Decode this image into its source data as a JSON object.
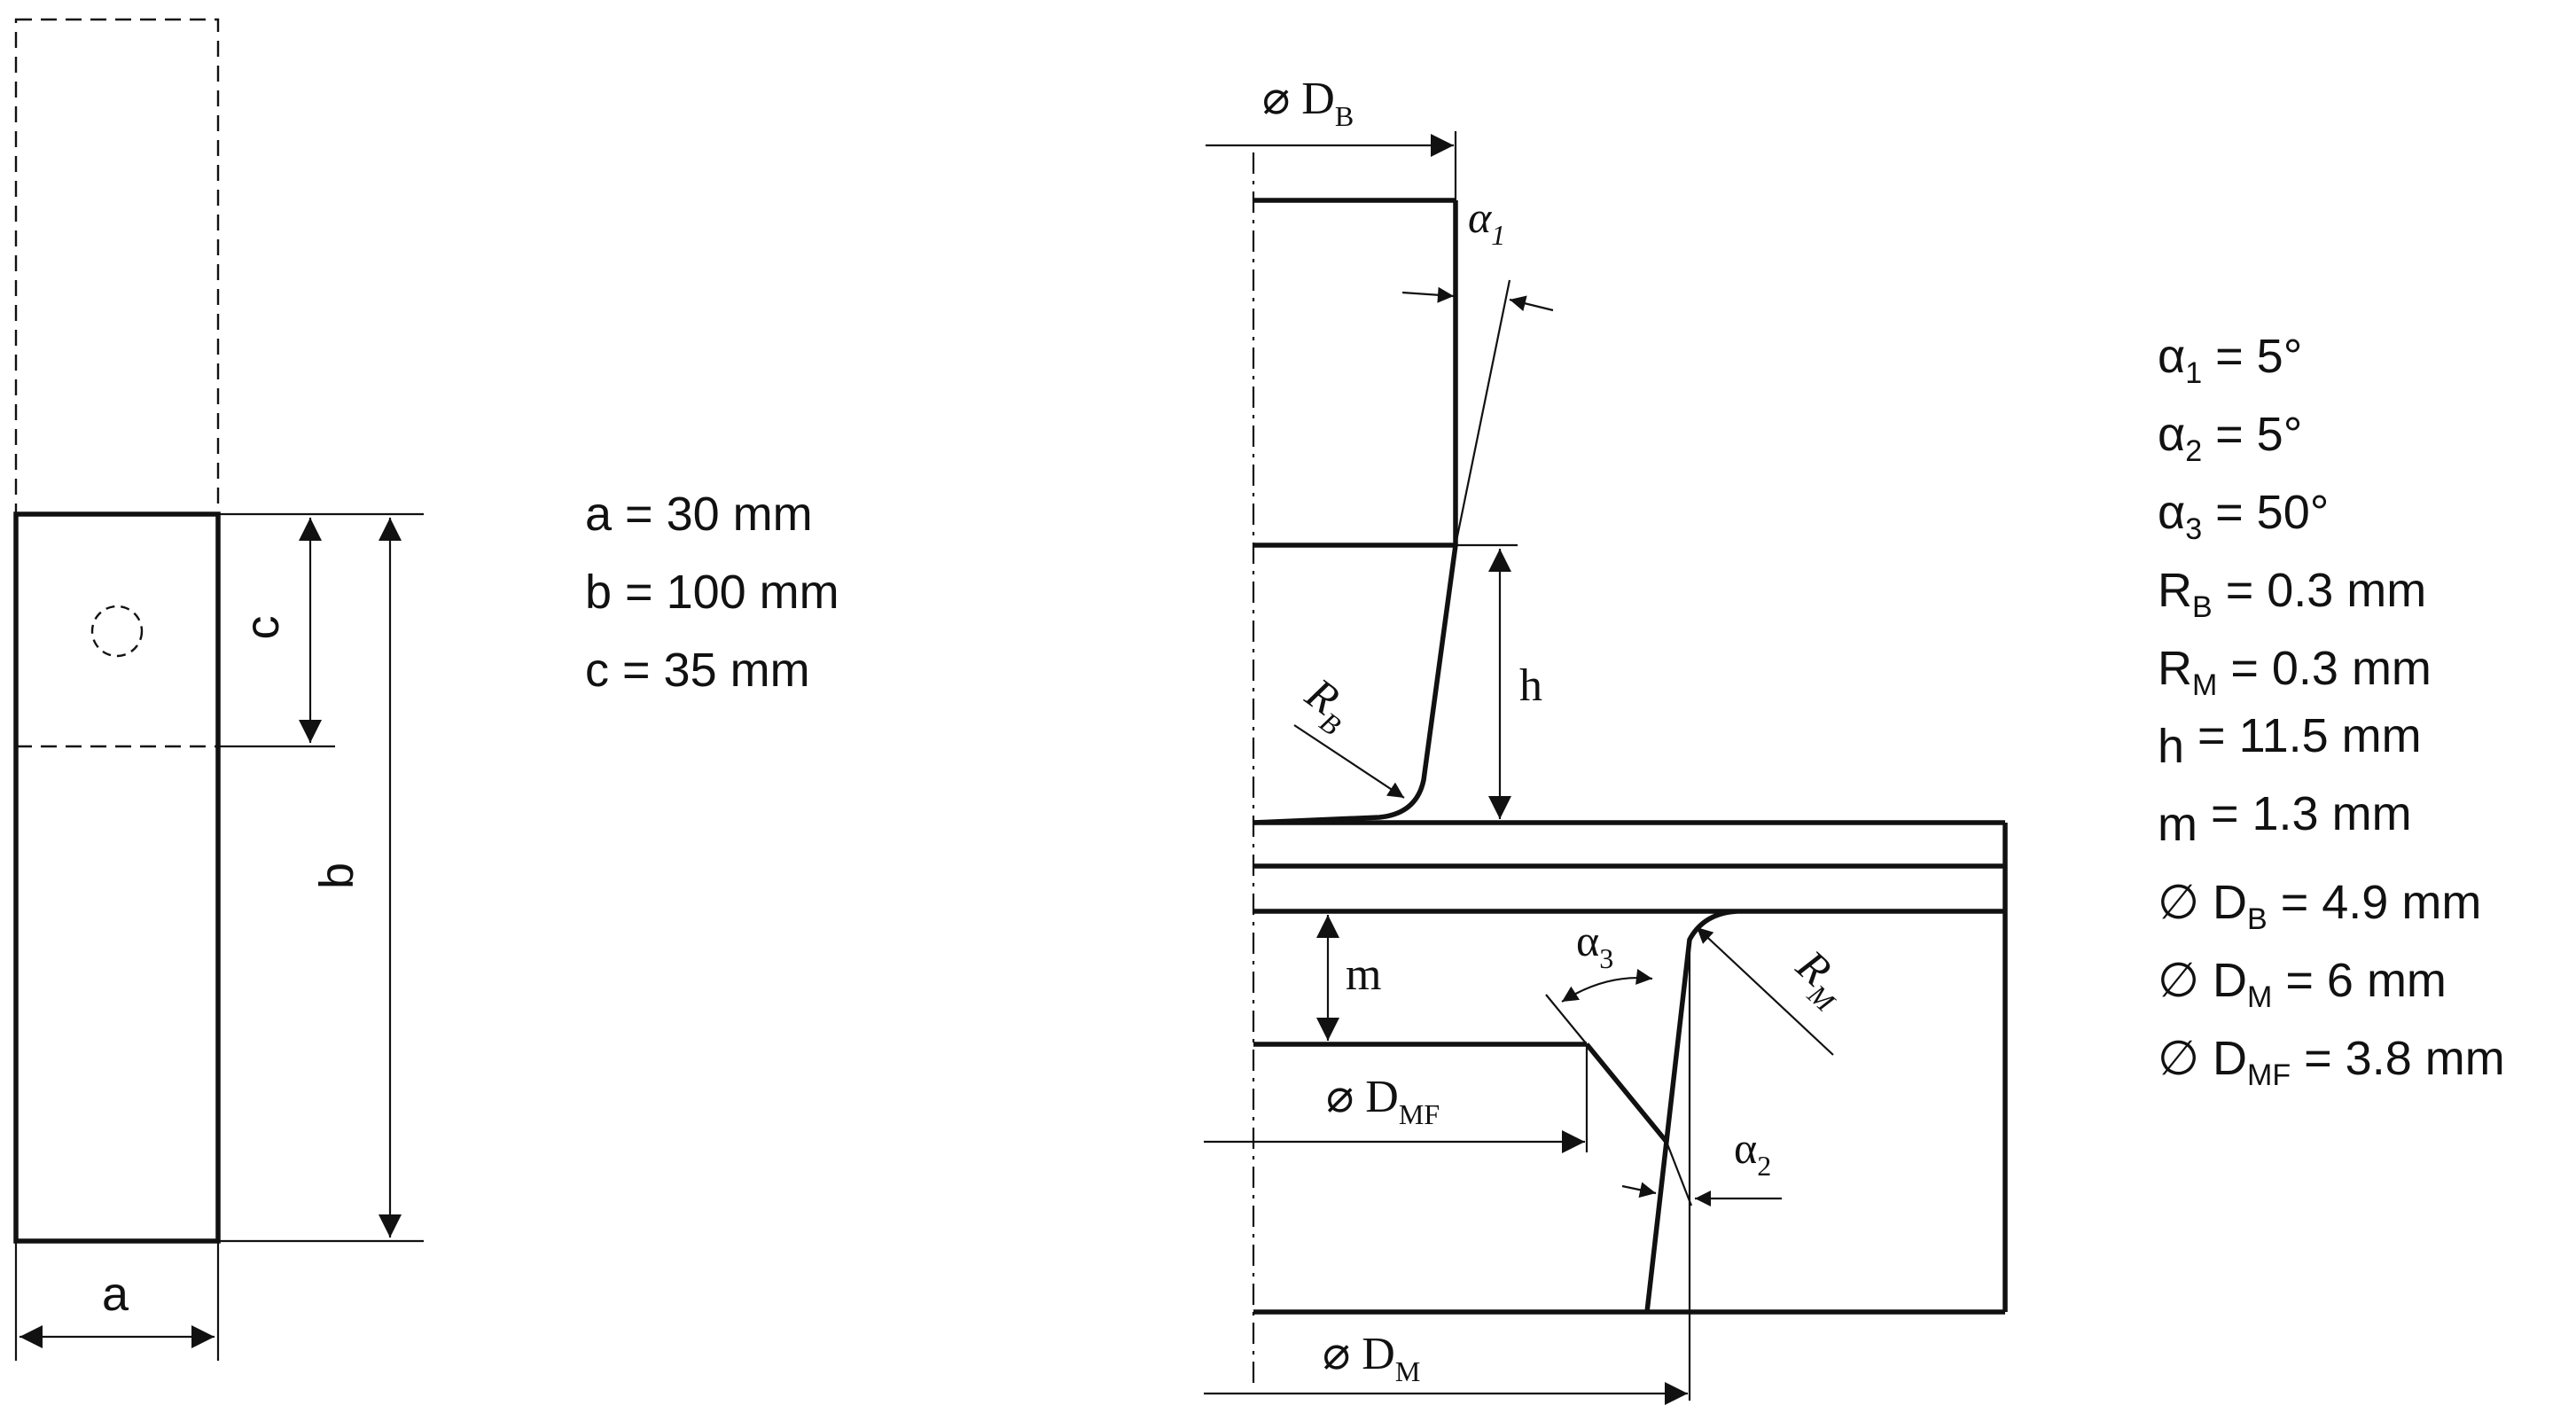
{
  "specimen": {
    "params": [
      "a = 30 mm",
      "b = 100 mm",
      "c = 35 mm"
    ],
    "labels": {
      "a": "a",
      "b": "b",
      "c": "c"
    }
  },
  "tool": {
    "labels": {
      "db_sym": "⌀ D",
      "db_sub": "B",
      "alpha1_sym": "α",
      "alpha1_sub": "1",
      "h": "h",
      "rb_sym": "R",
      "rb_sub": "B",
      "m": "m",
      "alpha3_sym": "α",
      "alpha3_sub": "3",
      "rm_sym": "R",
      "rm_sub": "M",
      "dmf_sym": "⌀ D",
      "dmf_sub": "MF",
      "alpha2_sym": "α",
      "alpha2_sub": "2",
      "dm_sym": "⌀ D",
      "dm_sub": "M"
    }
  },
  "parameters": [
    {
      "sym": "α",
      "sub": "1",
      "rest": " = 5°"
    },
    {
      "sym": "α",
      "sub": "2",
      "rest": " = 5°"
    },
    {
      "sym": "α",
      "sub": "3",
      "rest": " = 50°"
    },
    {
      "sym": "R",
      "sub": "B",
      "rest": " = 0.3 mm"
    },
    {
      "sym": "R",
      "sub": "M",
      "rest": " = 0.3 mm"
    },
    {
      "sym": "h",
      "sub": "",
      "rest": " = 11.5 mm"
    },
    {
      "sym": "m",
      "sub": "",
      "rest": " = 1.3 mm"
    },
    {
      "sym": "∅ D",
      "sub": "B",
      "rest": " = 4.9 mm"
    },
    {
      "sym": "∅ D",
      "sub": "M",
      "rest": " = 6 mm"
    },
    {
      "sym": "∅ D",
      "sub": "MF",
      "rest": " = 3.8 mm"
    }
  ]
}
